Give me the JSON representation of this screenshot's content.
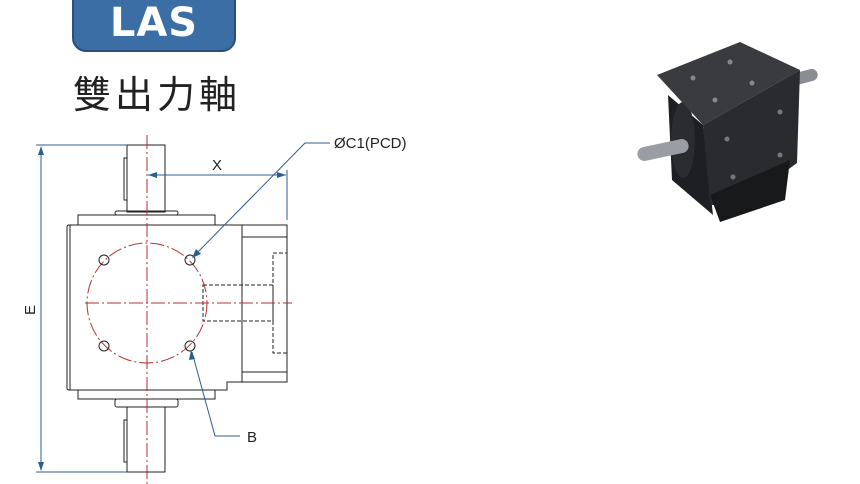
{
  "header": {
    "model": "LAS",
    "subtitle": "雙出力軸"
  },
  "drawing": {
    "label_pcd": "ØC1(PCD)",
    "label_x": "X",
    "label_e": "E",
    "label_b": "B"
  },
  "colors": {
    "badge": "#3a6ea5",
    "dimension": "#2c5d8f",
    "centerline": "#b03030"
  }
}
